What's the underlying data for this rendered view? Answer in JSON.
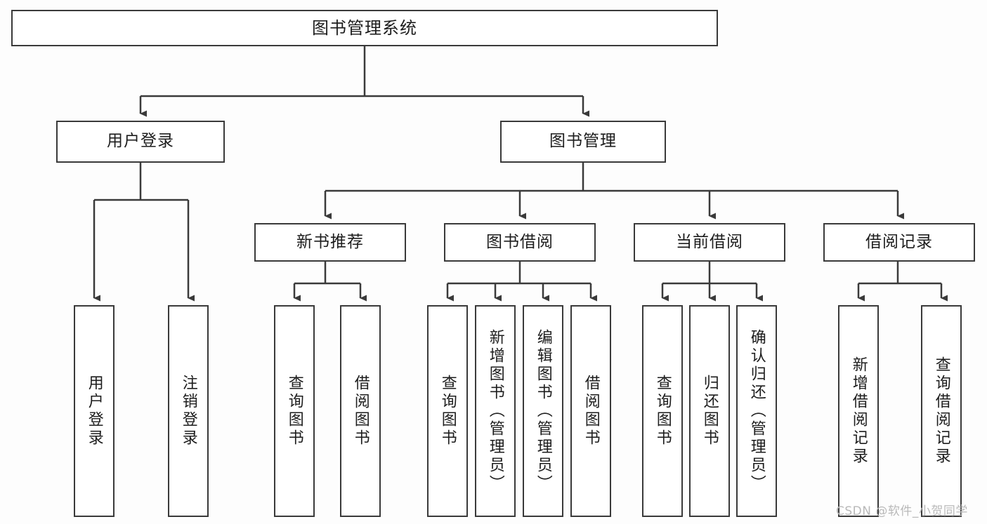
{
  "diagram": {
    "title": "图书管理系统",
    "type": "tree-hierarchy-diagram",
    "watermark": "CSDN @软件_小贺同学",
    "colors": {
      "background": "#fdfdfd",
      "box_fill": "#ffffff",
      "box_border": "#3a3a3a",
      "edge": "#3a3a3a",
      "text": "#1d1d1d",
      "watermark": "#b9b9b9"
    },
    "nodes": {
      "root": {
        "label": "图书管理系统",
        "orientation": "horizontal"
      },
      "level2": [
        {
          "id": "user-login",
          "label": "用户登录",
          "orientation": "horizontal"
        },
        {
          "id": "book-management",
          "label": "图书管理",
          "orientation": "horizontal"
        }
      ],
      "level3": [
        {
          "id": "new-book-recommend",
          "label": "新书推荐",
          "orientation": "horizontal"
        },
        {
          "id": "book-borrow",
          "label": "图书借阅",
          "orientation": "horizontal"
        },
        {
          "id": "current-borrow",
          "label": "当前借阅",
          "orientation": "horizontal"
        },
        {
          "id": "borrow-record",
          "label": "借阅记录",
          "orientation": "horizontal"
        }
      ],
      "leaves": {
        "user_login": [
          {
            "id": "leaf-user-login",
            "label": "用户登录"
          },
          {
            "id": "leaf-logout-login",
            "label": "注销登录"
          }
        ],
        "new_book_recommend": [
          {
            "id": "leaf-query-book-1",
            "label": "查询图书"
          },
          {
            "id": "leaf-borrow-book-1",
            "label": "借阅图书"
          }
        ],
        "book_borrow": [
          {
            "id": "leaf-query-book-2",
            "label": "查询图书"
          },
          {
            "id": "leaf-add-book",
            "label": "新增图书（管理员）"
          },
          {
            "id": "leaf-edit-book",
            "label": "编辑图书（管理员）"
          },
          {
            "id": "leaf-borrow-book-2",
            "label": "借阅图书"
          }
        ],
        "current_borrow": [
          {
            "id": "leaf-query-book-3",
            "label": "查询图书"
          },
          {
            "id": "leaf-return-book",
            "label": "归还图书"
          },
          {
            "id": "leaf-confirm-return",
            "label": "确认归还（管理员）"
          }
        ],
        "borrow_record": [
          {
            "id": "leaf-add-record",
            "label": "新增借阅记录"
          },
          {
            "id": "leaf-query-record",
            "label": "查询借阅记录"
          }
        ]
      }
    }
  }
}
